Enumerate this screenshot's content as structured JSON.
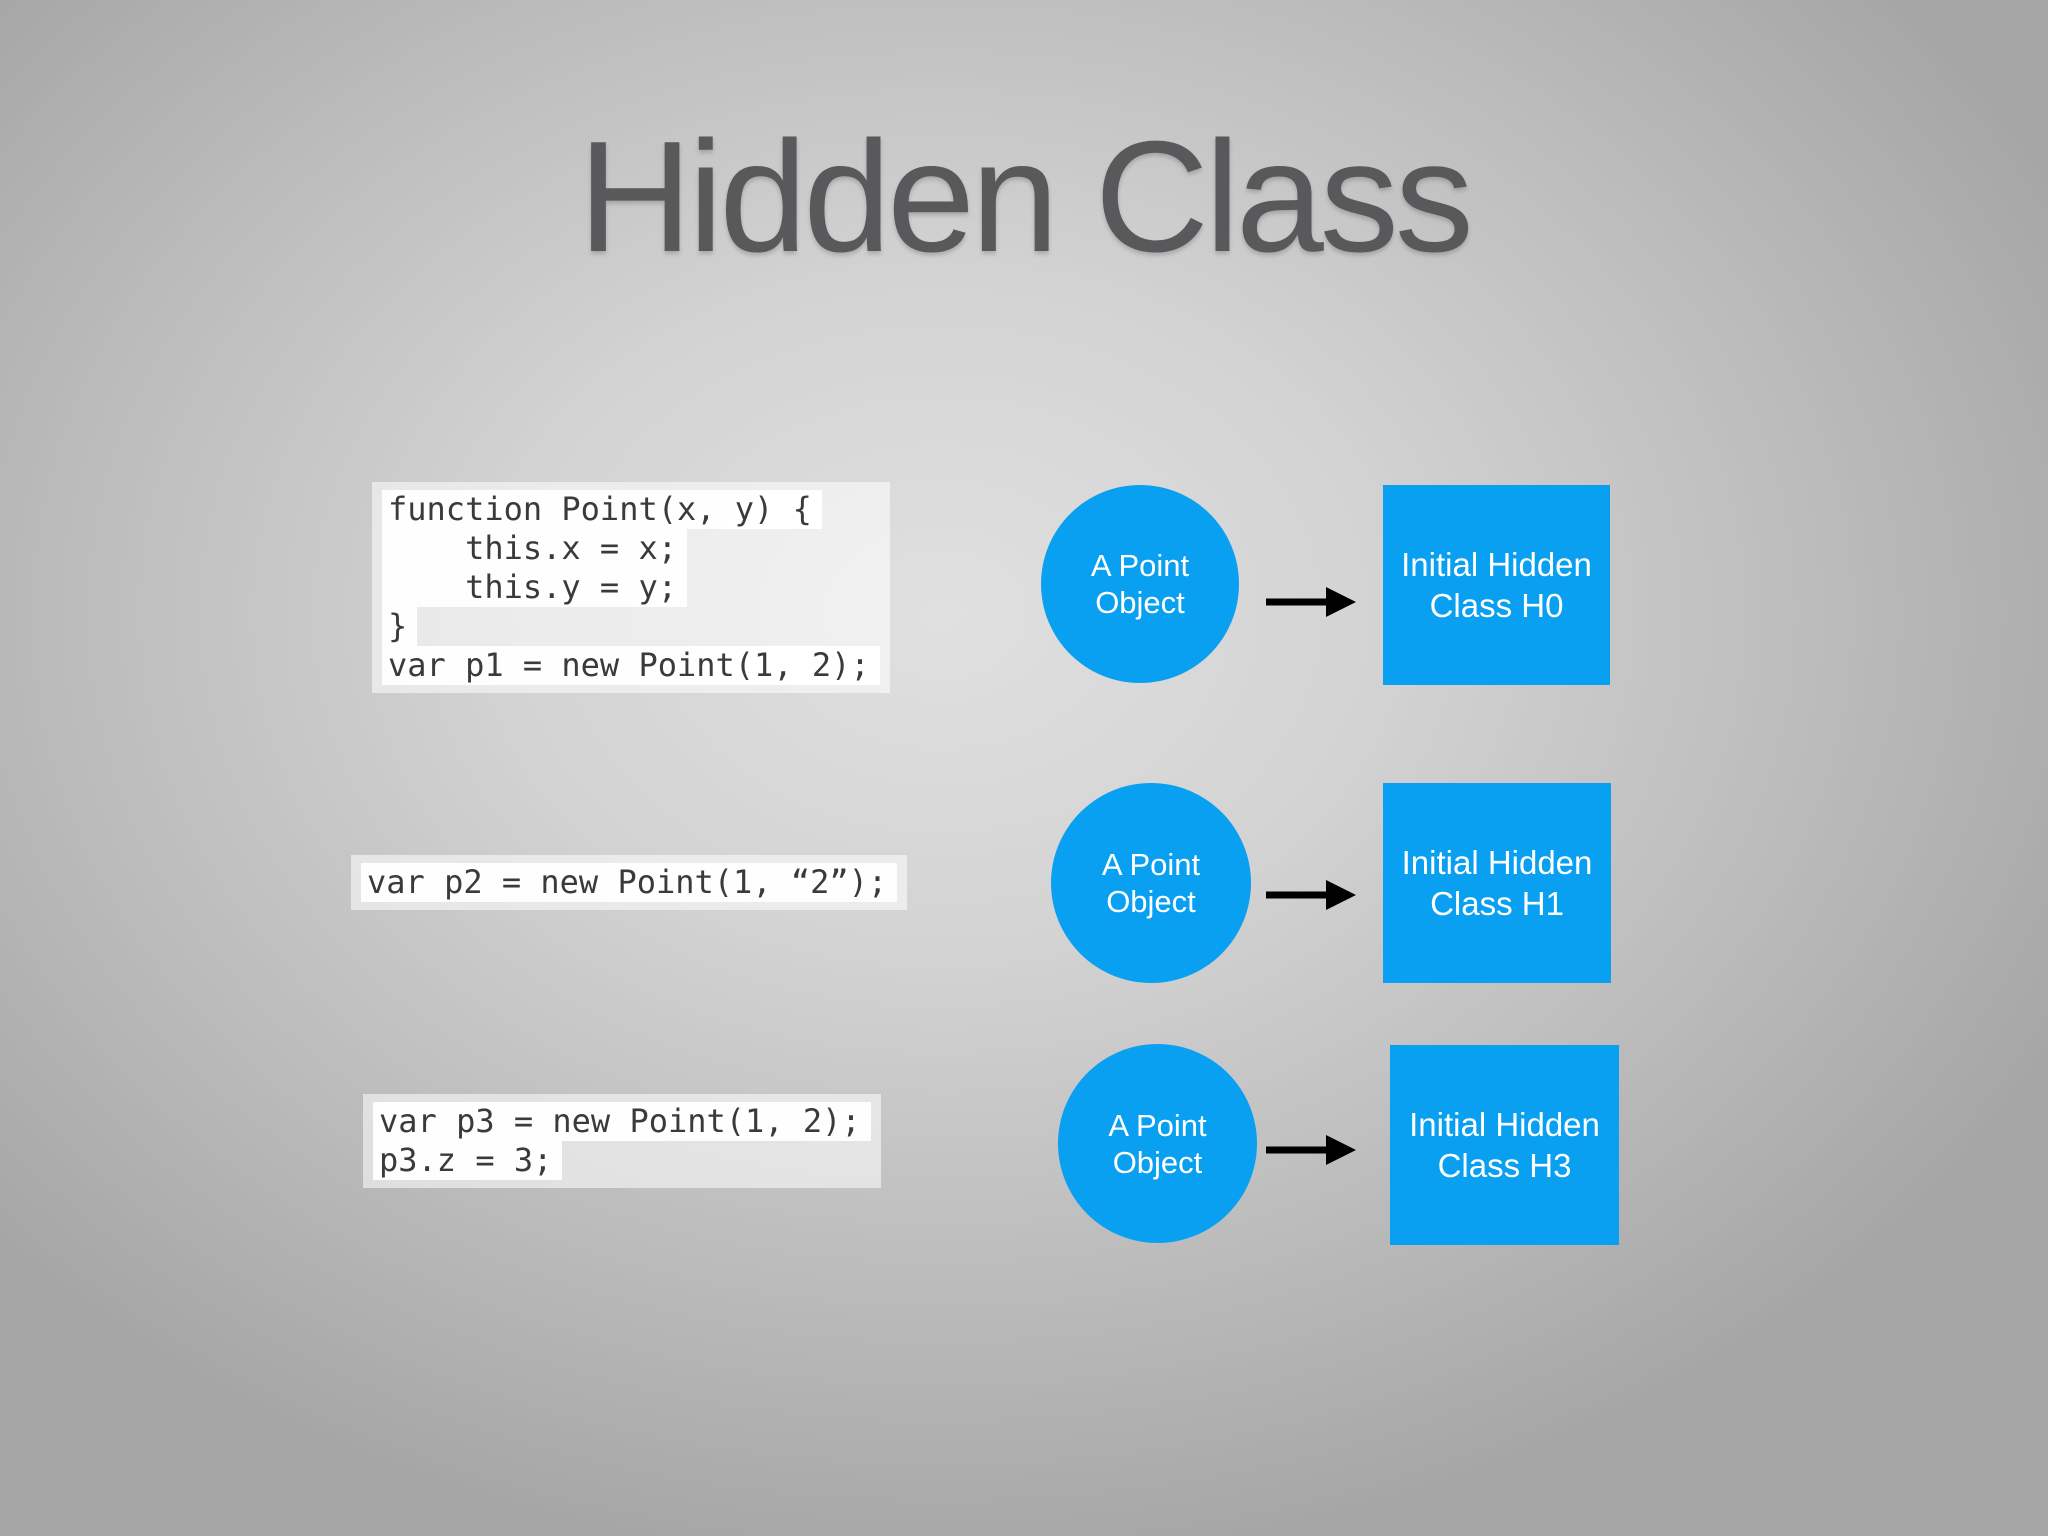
{
  "title": "Hidden Class",
  "colors": {
    "accent_blue": "#0aa0f2",
    "title_gray": "#59595b",
    "code_text": "#3a3a3a",
    "arrow_black": "#000000",
    "code_highlight": "#ffffff"
  },
  "rows": [
    {
      "code_lines": [
        "function Point(x, y) {",
        "    this.x = x;",
        "    this.y = y;",
        "}",
        "var p1 = new Point(1, 2);"
      ],
      "circle_lines": [
        "A Point",
        "Object"
      ],
      "class_lines": [
        "Initial Hidden",
        "Class H0"
      ]
    },
    {
      "code_lines": [
        "var p2 = new Point(1, “2”);"
      ],
      "circle_lines": [
        "A Point",
        "Object"
      ],
      "class_lines": [
        "Initial Hidden",
        "Class H1"
      ]
    },
    {
      "code_lines": [
        "var p3 = new Point(1, 2);",
        "p3.z = 3;"
      ],
      "circle_lines": [
        "A Point",
        "Object"
      ],
      "class_lines": [
        "Initial Hidden",
        "Class H3"
      ]
    }
  ]
}
